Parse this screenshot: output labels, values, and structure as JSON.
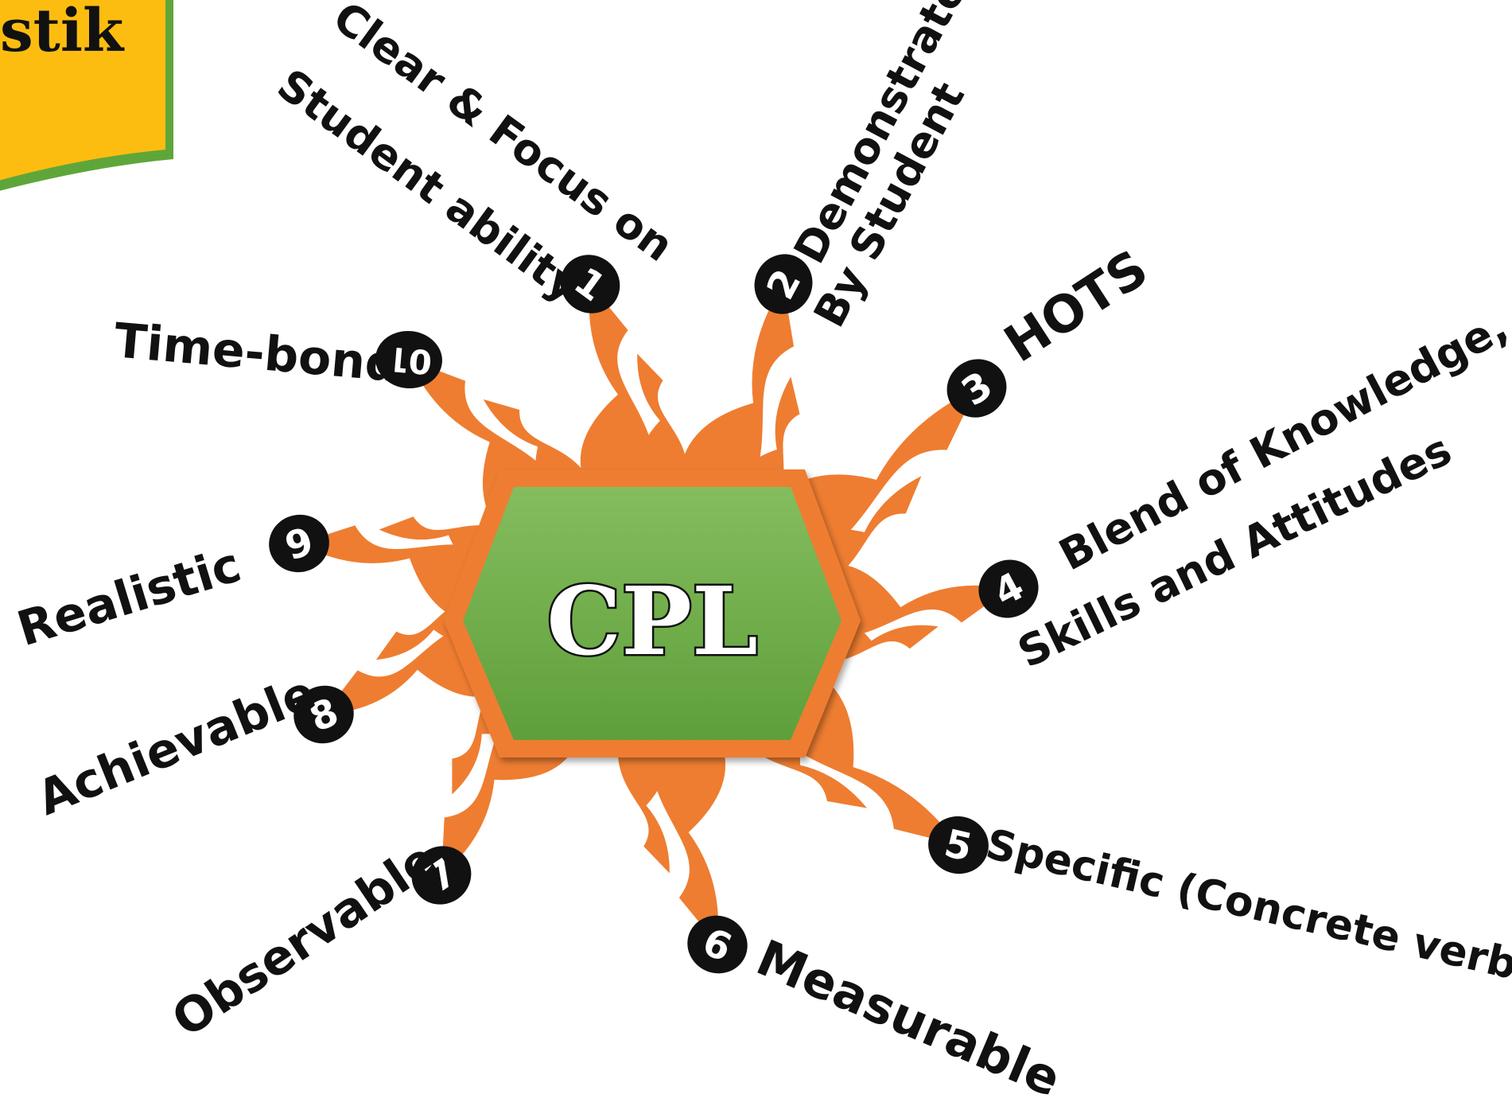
{
  "corner_title": "stik",
  "center": "CPL",
  "colors": {
    "hexagon_fill": "#6aad45",
    "hexagon_border": "#ee7d31",
    "flame": "#ee7d31",
    "badge": "#111111",
    "corner_box": "#fdbd10",
    "corner_box_border": "#5fa63a"
  },
  "items": [
    {
      "number": "1",
      "lines": [
        "Clear & Focus on",
        "Student ability"
      ]
    },
    {
      "number": "2",
      "lines": [
        "Demonstrated",
        "By Student"
      ]
    },
    {
      "number": "3",
      "lines": [
        "HOTS"
      ]
    },
    {
      "number": "4",
      "lines": [
        "Blend of Knowledge,",
        "Skills and Attitudes"
      ]
    },
    {
      "number": "5",
      "lines": [
        "Specific (Concrete verbs)"
      ]
    },
    {
      "number": "6",
      "lines": [
        "Measurable"
      ]
    },
    {
      "number": "7",
      "lines": [
        "Observable"
      ]
    },
    {
      "number": "8",
      "lines": [
        "Achievable"
      ]
    },
    {
      "number": "9",
      "lines": [
        "Realistic"
      ]
    },
    {
      "number": "10",
      "lines": [
        "Time-bond"
      ]
    }
  ]
}
